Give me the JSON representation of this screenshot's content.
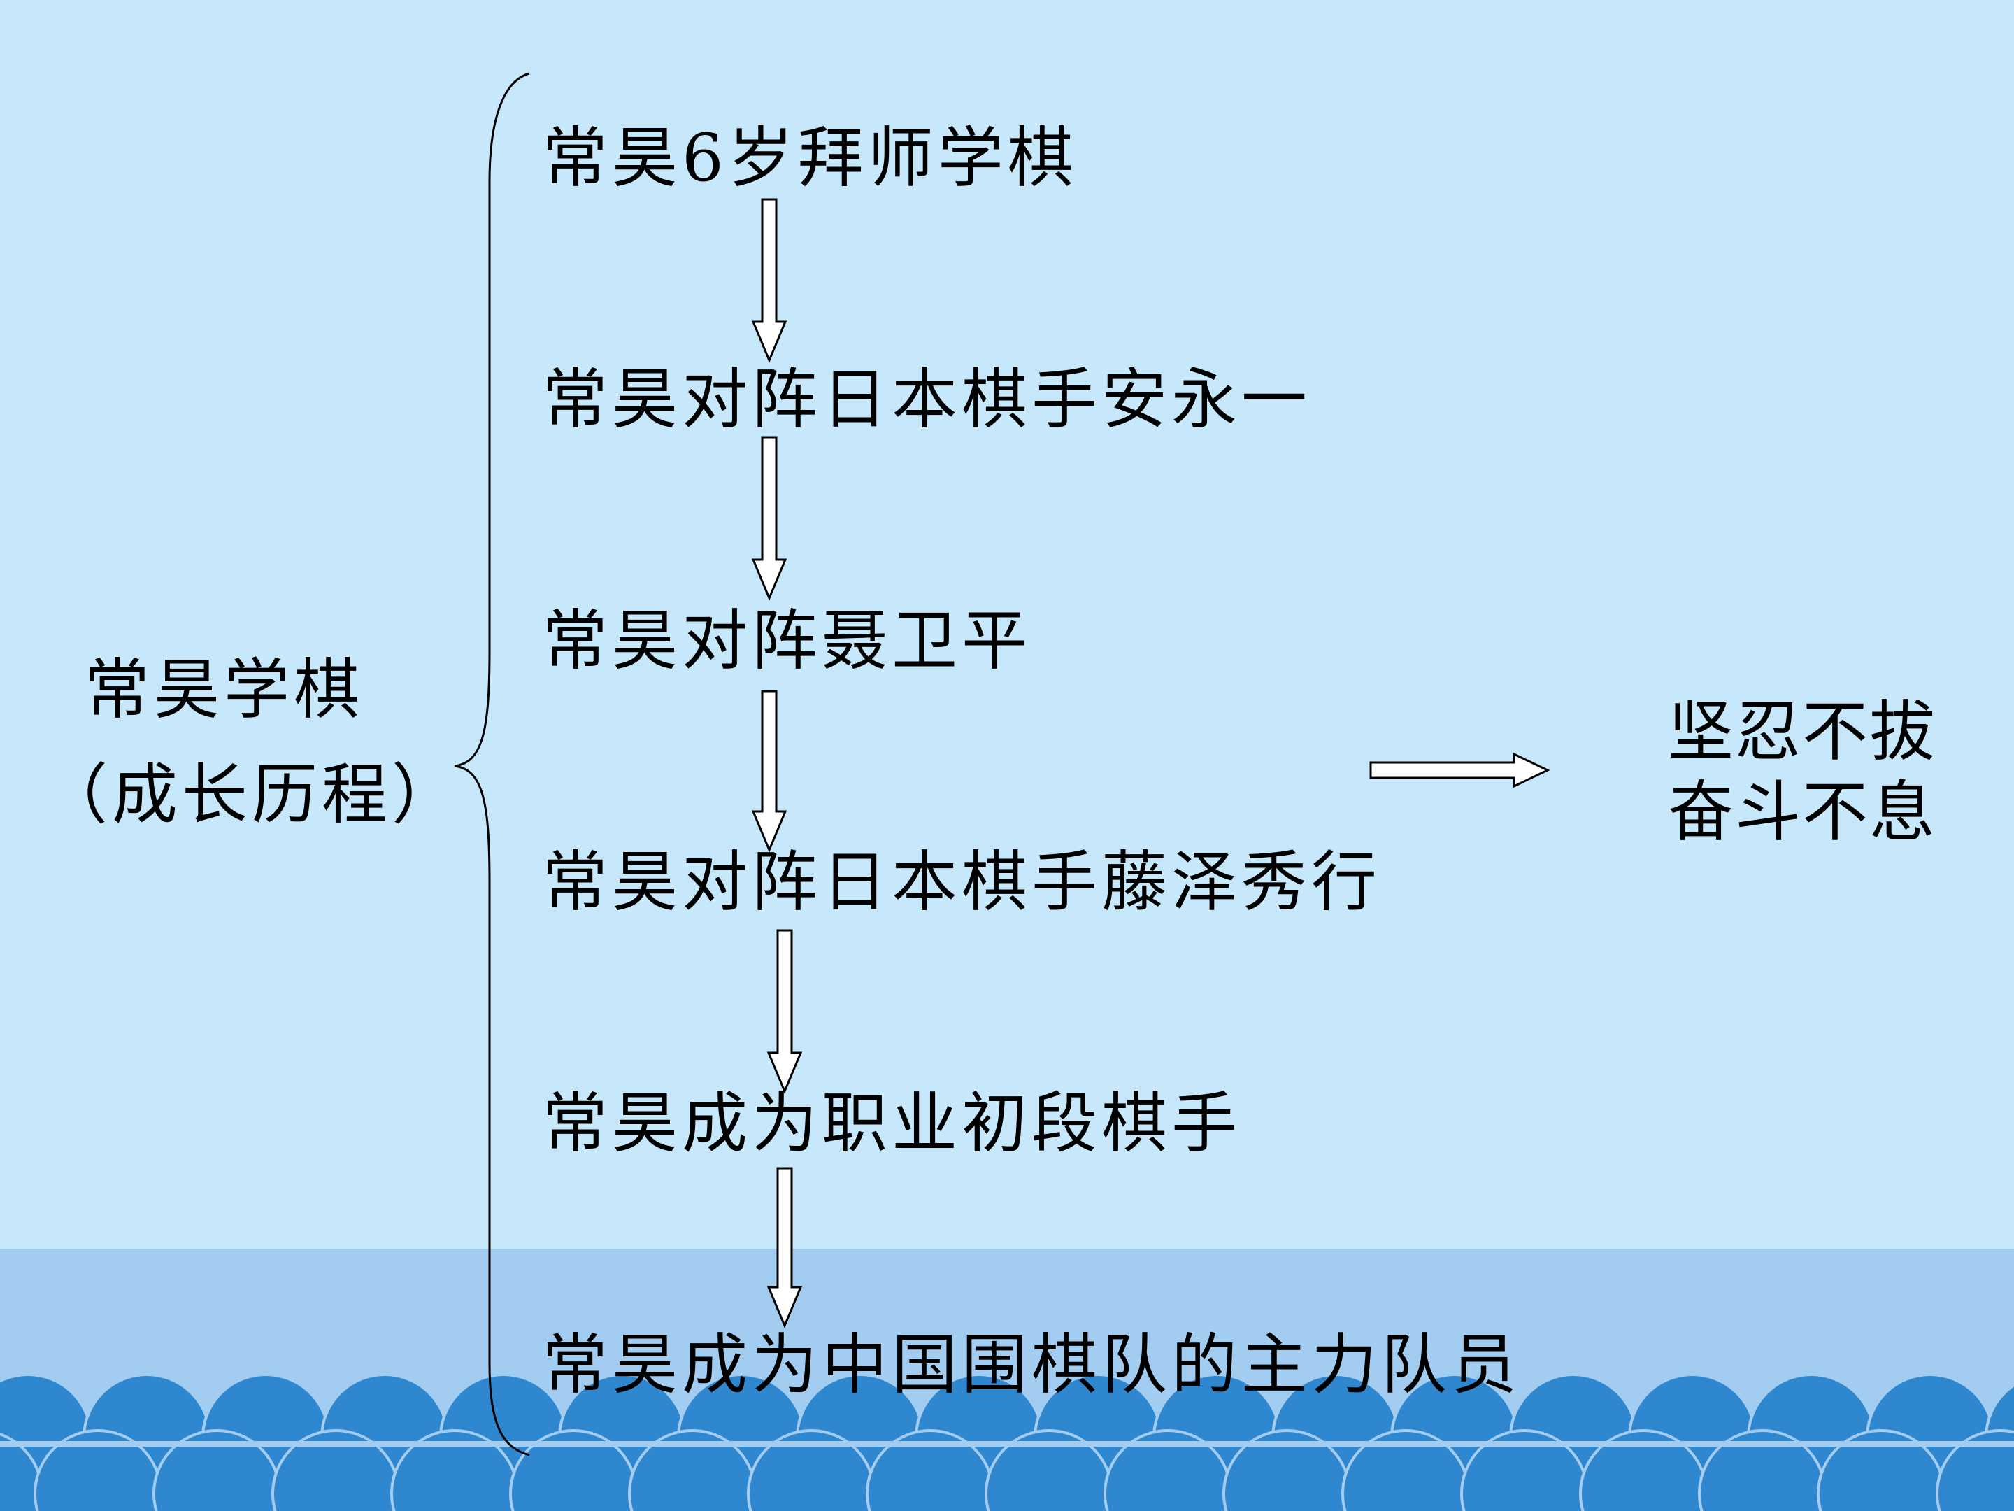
{
  "subject": {
    "title": "常昊学棋",
    "subtitle": "（成长历程）"
  },
  "steps": [
    {
      "label": "常昊6岁拜师学棋"
    },
    {
      "label": "常昊对阵日本棋手安永一"
    },
    {
      "label": "常昊对阵聂卫平"
    },
    {
      "label": "常昊对阵日本棋手藤泽秀行"
    },
    {
      "label": "常昊成为职业初段棋手"
    },
    {
      "label": "常昊成为中国围棋队的主力队员"
    }
  ],
  "conclusion": {
    "line1": "坚忍不拔",
    "line2": "奋斗不息"
  },
  "colors": {
    "sky": "#c7e8fb",
    "sea_band": "#a2cdf0",
    "wave": "#2f87cf",
    "arrow_fill": "#ffffff",
    "stroke": "#000000"
  }
}
